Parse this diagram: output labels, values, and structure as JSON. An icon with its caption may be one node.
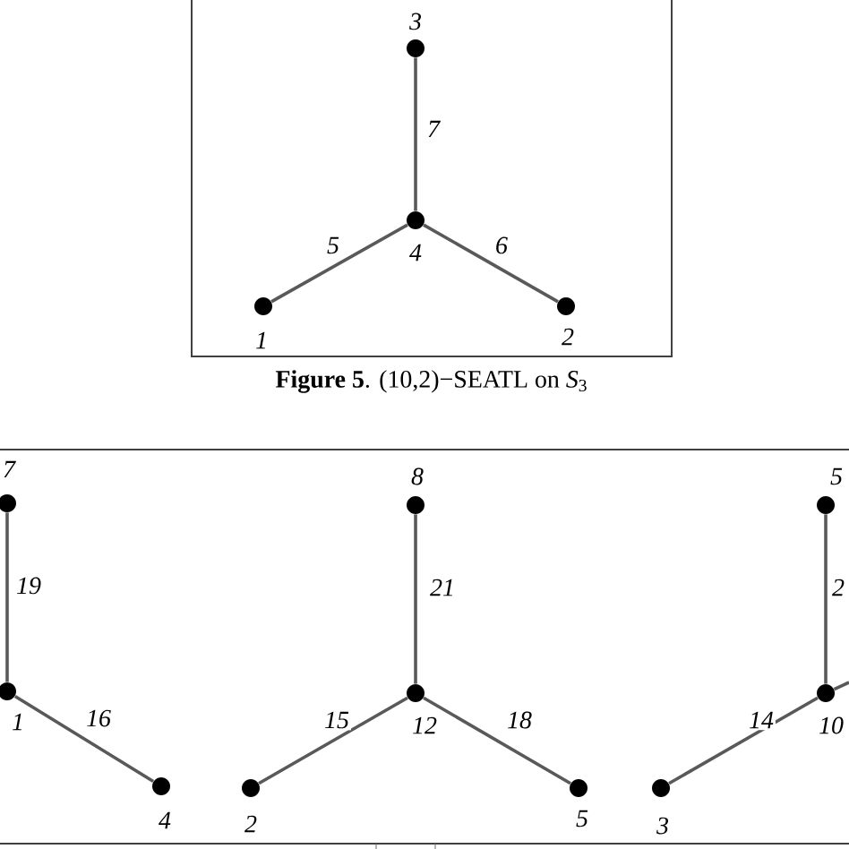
{
  "diagram": {
    "caption": "**Figure 5**. (10,2)−SEATL on *S*$_{3}$",
    "nodes": [
      {
        "text": [],
        "shape": "circle",
        "beside": [
          "3"
        ]
      },
      {
        "text": [],
        "shape": "circle",
        "beside": [
          "4"
        ]
      },
      {
        "text": [],
        "shape": "circle",
        "beside": [
          "1"
        ]
      },
      {
        "text": [],
        "shape": "circle",
        "beside": [
          "2"
        ]
      },
      {
        "text": [],
        "shape": "circle",
        "beside": [
          "7"
        ]
      },
      {
        "text": [],
        "shape": "circle",
        "beside": [
          "1"
        ]
      },
      {
        "text": [],
        "shape": "circle",
        "beside": [
          "4"
        ]
      },
      {
        "text": [],
        "shape": "circle",
        "beside": [
          "8"
        ]
      },
      {
        "text": [],
        "shape": "circle",
        "beside": [
          "12"
        ]
      },
      {
        "text": [],
        "shape": "circle",
        "beside": [
          "2"
        ]
      },
      {
        "text": [],
        "shape": "circle",
        "beside": [
          "5"
        ]
      },
      {
        "text": [],
        "shape": "circle",
        "beside": [
          "5"
        ]
      },
      {
        "text": [],
        "shape": "circle",
        "beside": [
          "10"
        ]
      },
      {
        "text": [],
        "shape": "circle",
        "beside": [
          "3"
        ]
      }
    ],
    "edges": [
      {
        "from": 0,
        "to": 1,
        "arrow": "none",
        "label": "7"
      },
      {
        "from": 1,
        "to": 2,
        "arrow": "none",
        "label": "5"
      },
      {
        "from": 1,
        "to": 3,
        "arrow": "none",
        "label": "6"
      },
      {
        "from": 4,
        "to": 5,
        "arrow": "none",
        "label": "19"
      },
      {
        "from": 5,
        "to": 6,
        "arrow": "none",
        "label": "16"
      },
      {
        "from": 7,
        "to": 8,
        "arrow": "none",
        "label": "21"
      },
      {
        "from": 8,
        "to": 9,
        "arrow": "none",
        "label": "15"
      },
      {
        "from": 8,
        "to": 10,
        "arrow": "none",
        "label": "18"
      },
      {
        "from": 11,
        "to": 12,
        "arrow": "none",
        "label": "2"
      },
      {
        "from": 12,
        "to": 13,
        "arrow": "none",
        "label": "14"
      },
      {
        "from": 12,
        "to": null,
        "arrow": "none"
      }
    ]
  }
}
